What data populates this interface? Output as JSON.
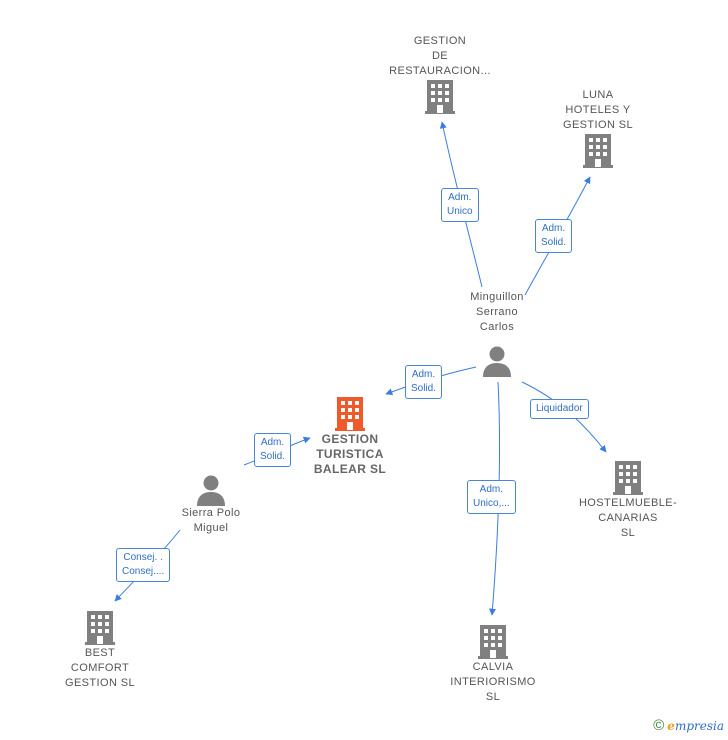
{
  "colors": {
    "building": "#808080",
    "focus": "#f05a2a",
    "person": "#808080",
    "edge": "#3b7ddd"
  },
  "nodes": {
    "gestion_restauracion": {
      "label": "GESTION\nDE\nRESTAURACION...",
      "icon": "building-icon"
    },
    "luna_hoteles": {
      "label": "LUNA\nHOTELES Y\nGESTION  SL",
      "icon": "building-icon"
    },
    "minguillon": {
      "label": "Minguillon\nSerrano\nCarlos",
      "icon": "person-icon"
    },
    "gestion_turistica": {
      "label": "GESTION\nTURISTICA\nBALEAR  SL",
      "icon": "building-icon"
    },
    "sierra_polo": {
      "label": "Sierra Polo\nMiguel",
      "icon": "person-icon"
    },
    "hostelmueble": {
      "label": "HOSTELMUEBLE-\nCANARIAS\nSL",
      "icon": "building-icon"
    },
    "best_comfort": {
      "label": "BEST\nCOMFORT\nGESTION  SL",
      "icon": "building-icon"
    },
    "calvia": {
      "label": "CALVIA\nINTERIORISMO\nSL",
      "icon": "building-icon"
    }
  },
  "edges": {
    "e1": {
      "label": "Adm.\nUnico"
    },
    "e2": {
      "label": "Adm.\nSolid."
    },
    "e3": {
      "label": "Adm.\nSolid."
    },
    "e4": {
      "label": "Liquidador"
    },
    "e5": {
      "label": "Adm.\nSolid."
    },
    "e6": {
      "label": "Adm.\nUnico,..."
    },
    "e7": {
      "label": "Consej. .\nConsej...."
    }
  },
  "footer": {
    "copyright": "©",
    "brand_e": "e",
    "brand_rest": "mpresia"
  }
}
